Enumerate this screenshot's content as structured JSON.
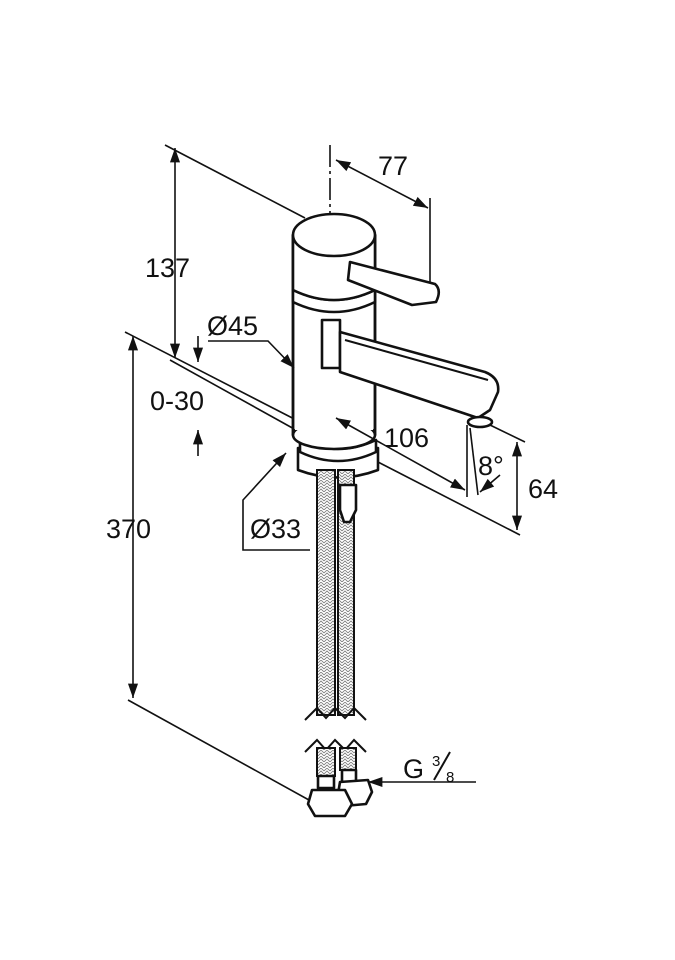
{
  "drawing": {
    "dimensions": {
      "lever_reach": "77",
      "height_to_top": "137",
      "body_diameter": "Ø45",
      "deck_thickness": "0-30",
      "spout_reach": "106",
      "spout_angle": "8°",
      "spout_height": "64",
      "total_height": "370",
      "shank_diameter": "Ø33",
      "thread_prefix": "G",
      "thread_num": "3",
      "thread_den": "8"
    }
  }
}
